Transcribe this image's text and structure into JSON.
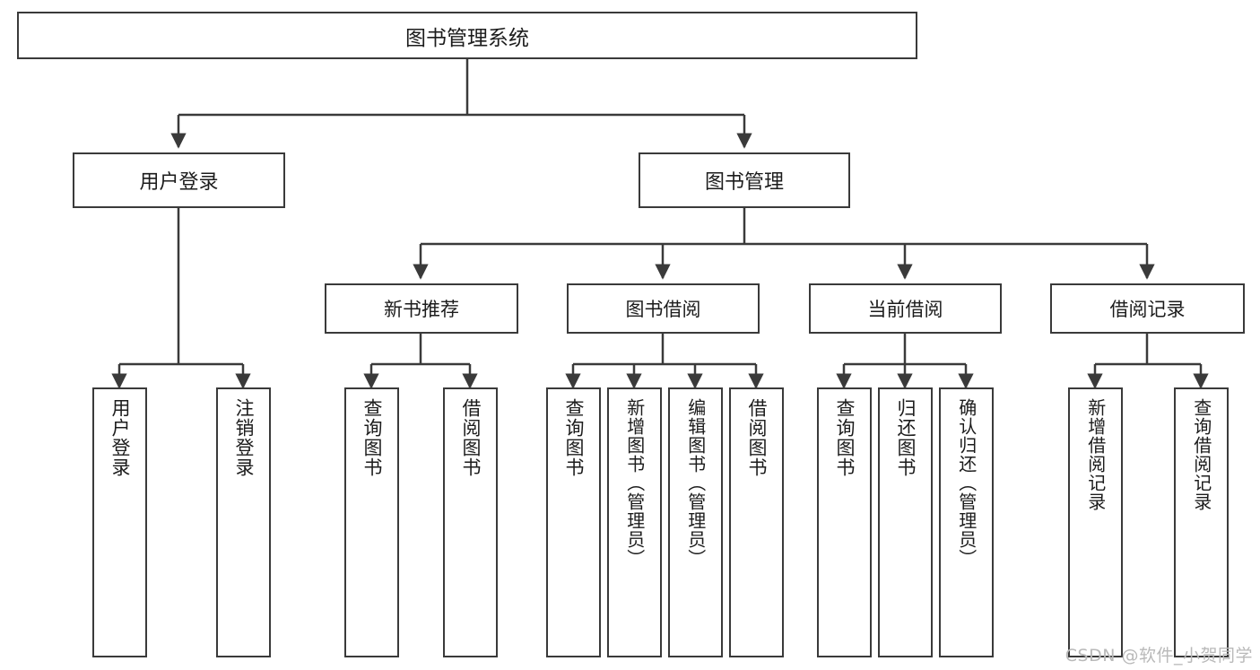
{
  "diagram": {
    "title": "图书管理系统",
    "type": "tree-hierarchy-diagram",
    "colors": {
      "box_border": "#3a3a3a",
      "box_fill": "#ffffff",
      "connector": "#3a3a3a",
      "text": "#1c1c1c",
      "watermark": "#b9b9b9",
      "background": "#ffffff"
    },
    "root": {
      "label": "图书管理系统"
    },
    "level2": [
      {
        "label": "用户登录"
      },
      {
        "label": "图书管理"
      }
    ],
    "level3": [
      {
        "label": "新书推荐"
      },
      {
        "label": "图书借阅"
      },
      {
        "label": "当前借阅"
      },
      {
        "label": "借阅记录"
      }
    ],
    "leaves": {
      "user_login": [
        {
          "label": "用户登录"
        },
        {
          "label": "注销登录"
        }
      ],
      "new_book_recommend": [
        {
          "label": "查询图书"
        },
        {
          "label": "借阅图书"
        }
      ],
      "book_borrow": [
        {
          "label": "查询图书"
        },
        {
          "label": "新增图书（管理员）"
        },
        {
          "label": "编辑图书（管理员）"
        },
        {
          "label": "借阅图书"
        }
      ],
      "current_borrow": [
        {
          "label": "查询图书"
        },
        {
          "label": "归还图书"
        },
        {
          "label": "确认归还（管理员）"
        }
      ],
      "borrow_record": [
        {
          "label": "新增借阅记录"
        },
        {
          "label": "查询借阅记录"
        }
      ]
    },
    "watermark": "CSDN @软件_小贺同学"
  }
}
